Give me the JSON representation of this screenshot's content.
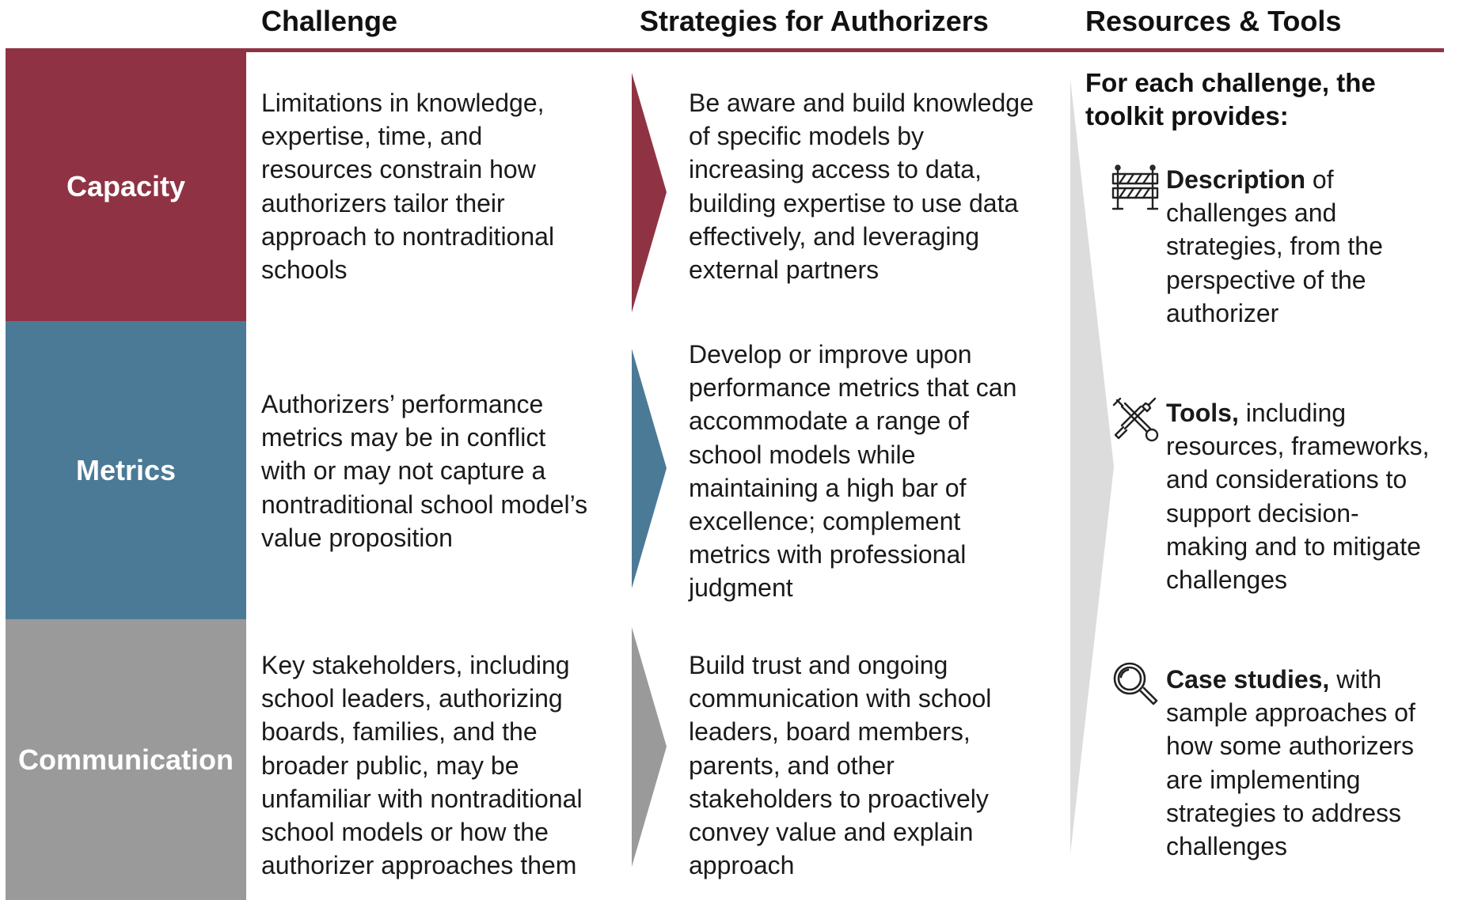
{
  "headers": {
    "challenge": "Challenge",
    "strategies": "Strategies for Authorizers",
    "resources": "Resources & Tools"
  },
  "rows": [
    {
      "label": "Capacity",
      "challenge_lines": [
        "Limitations in knowledge,",
        "expertise, time, and",
        "resources constrain how",
        "authorizers tailor their",
        "approach to nontraditional",
        "schools"
      ],
      "strategy_lines": [
        "Be aware and build knowledge",
        "of specific models by",
        "increasing access to data,",
        "building expertise to use data",
        "effectively, and leveraging",
        "external partners"
      ]
    },
    {
      "label": "Metrics",
      "challenge_lines": [
        "Authorizers’ performance",
        "metrics may be in conflict",
        "with or may not capture a",
        "nontraditional school model’s",
        "value proposition"
      ],
      "strategy_lines": [
        "Develop or improve upon",
        "performance metrics that can",
        "accommodate a range of",
        "school models while",
        "maintaining a high bar of",
        "excellence; complement",
        "metrics with professional",
        "judgment"
      ]
    },
    {
      "label": "Communication",
      "challenge_lines": [
        "Key stakeholders, including",
        "school leaders, authorizing",
        "boards, families, and the",
        "broader public, may be",
        "unfamiliar with nontraditional",
        "school models or how the",
        "authorizer approaches them"
      ],
      "strategy_lines": [
        "Build trust and ongoing",
        "communication with school",
        "leaders, board members,",
        "parents, and other",
        "stakeholders to proactively",
        "convey value and explain",
        "approach"
      ]
    }
  ],
  "resources": {
    "intro_lines": [
      "For each challenge, the",
      "toolkit provides:"
    ],
    "items": [
      {
        "icon": "barrier-icon",
        "bold": "Description",
        "first_rest": " of",
        "lines": [
          "challenges and",
          "strategies, from the",
          "perspective of the",
          "authorizer"
        ]
      },
      {
        "icon": "tools-icon",
        "bold": "Tools,",
        "first_rest": " including",
        "lines": [
          "resources, frameworks,",
          "and considerations to",
          "support decision-",
          "making and to mitigate",
          "challenges"
        ]
      },
      {
        "icon": "magnifier-icon",
        "bold": "Case studies,",
        "first_rest": " with",
        "lines": [
          "sample approaches of",
          "how some authorizers",
          "are implementing",
          "strategies to address",
          "challenges"
        ]
      }
    ]
  },
  "colors": {
    "capacity": "#8f3344",
    "metrics": "#4b7a96",
    "communication": "#9a9a9a",
    "rule": "#8f3344",
    "resource_arrow": "#dcdcdc"
  }
}
